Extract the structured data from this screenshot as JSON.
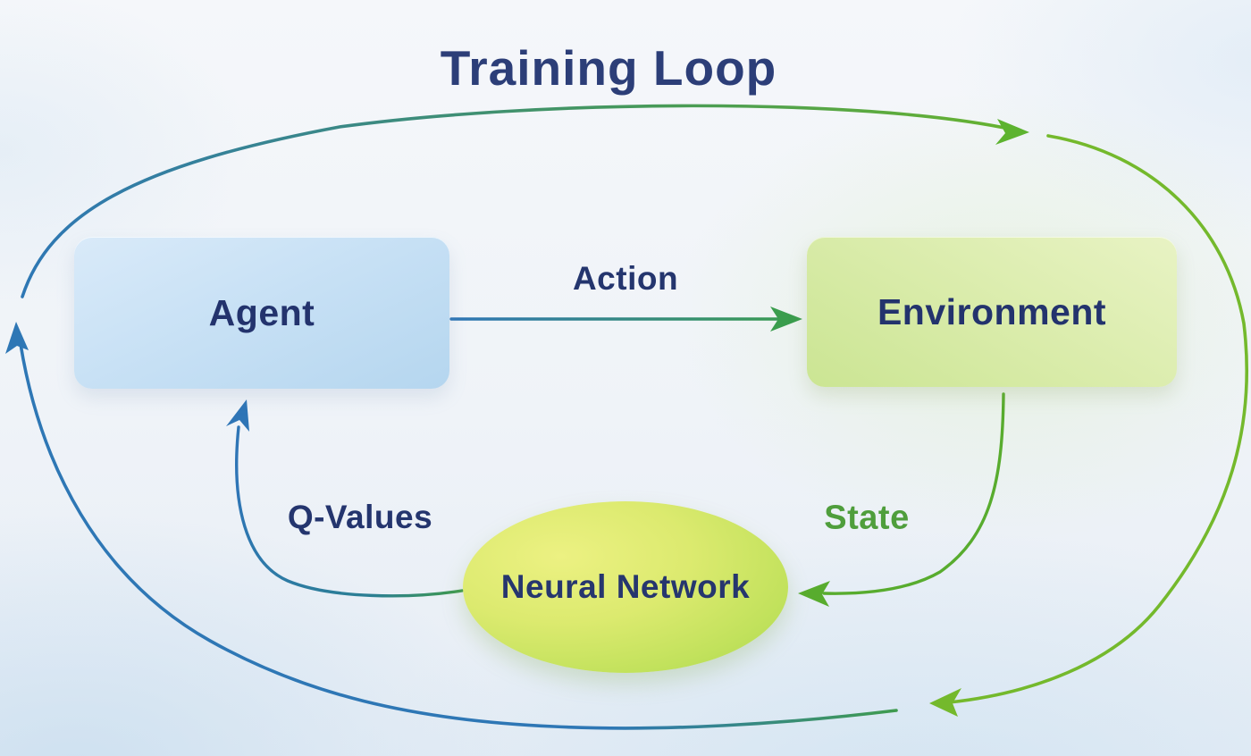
{
  "diagram": {
    "title": "Training Loop",
    "nodes": [
      {
        "id": "agent",
        "label": "Agent",
        "shape": "rounded-rect",
        "fill": "#c6e0f4"
      },
      {
        "id": "environment",
        "label": "Environment",
        "shape": "rounded-rect",
        "fill": "#d9ecaa"
      },
      {
        "id": "neural-network",
        "label": "Neural Network",
        "shape": "ellipse",
        "fill": "#d2e765"
      }
    ],
    "edges": [
      {
        "id": "action",
        "label": "Action",
        "from": "agent",
        "to": "environment",
        "color_start": "#2e75b6",
        "color_end": "#3a9d4d"
      },
      {
        "id": "state",
        "label": "State",
        "from": "environment",
        "to": "neural-network",
        "color": "#58ac2e"
      },
      {
        "id": "q_values",
        "label": "Q-Values",
        "from": "neural-network",
        "to": "agent",
        "color_start": "#3f9a4e",
        "color_end": "#2e75b6"
      },
      {
        "id": "outer_loop",
        "label": "",
        "from": "agent",
        "to": "environment",
        "color_start": "#2e77b5",
        "color_end": "#6cb32d"
      }
    ],
    "colors": {
      "title_text": "#2c3e78",
      "node_text": "#23336d",
      "state_text": "#4f9e3c",
      "blue_arc": "#2e77b5",
      "green_arc": "#6cb32d"
    }
  }
}
